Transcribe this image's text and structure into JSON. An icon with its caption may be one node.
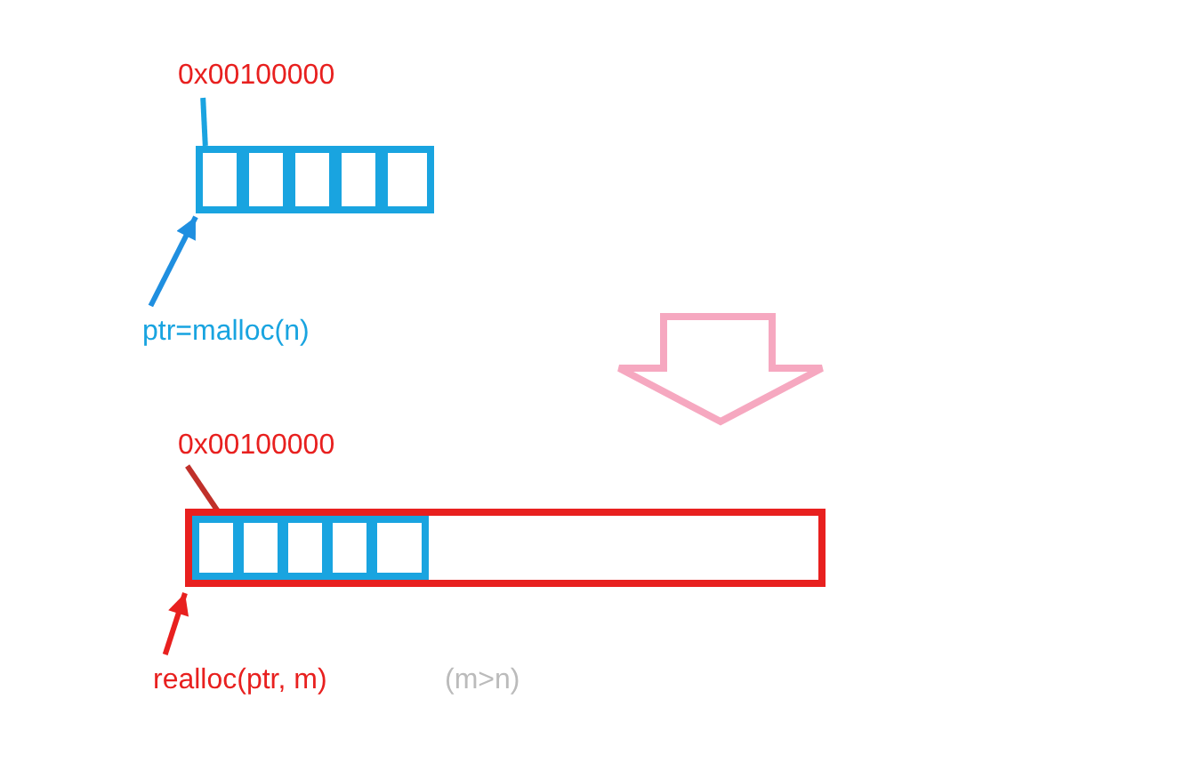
{
  "diagram": {
    "nodes": [
      {
        "text": [
          "0x00100000"
        ]
      },
      {
        "text": [],
        "shape": "box"
      },
      {
        "text": [],
        "shape": "box"
      },
      {
        "text": [],
        "shape": "box"
      },
      {
        "text": [],
        "shape": "box"
      },
      {
        "text": [],
        "shape": "box"
      },
      {
        "text": [
          "ptr=malloc(n)"
        ]
      },
      {
        "text": [
          "0x00100000"
        ]
      },
      {
        "text": [],
        "shape": "box"
      },
      {
        "text": [],
        "shape": "box",
        "in": 8
      },
      {
        "text": [],
        "shape": "box",
        "in": 8
      },
      {
        "text": [],
        "shape": "box",
        "in": 8
      },
      {
        "text": [],
        "shape": "box",
        "in": 8
      },
      {
        "text": [],
        "shape": "box",
        "in": 8
      },
      {
        "text": [
          "realloc(ptr, m)"
        ]
      }
    ],
    "edges": [
      {
        "from": 0,
        "to": 1,
        "arrow": "none",
        "color": "#1aa3e0"
      },
      {
        "from": 6,
        "to": 1,
        "arrow": "to",
        "color": "#1f8fe0"
      },
      {
        "from": 7,
        "to": 9,
        "arrow": "none",
        "color": "#c0302a"
      },
      {
        "from": 14,
        "to": 8,
        "arrow": "to",
        "color": "#e8201f"
      }
    ],
    "labels": [
      "(m>n)"
    ]
  }
}
